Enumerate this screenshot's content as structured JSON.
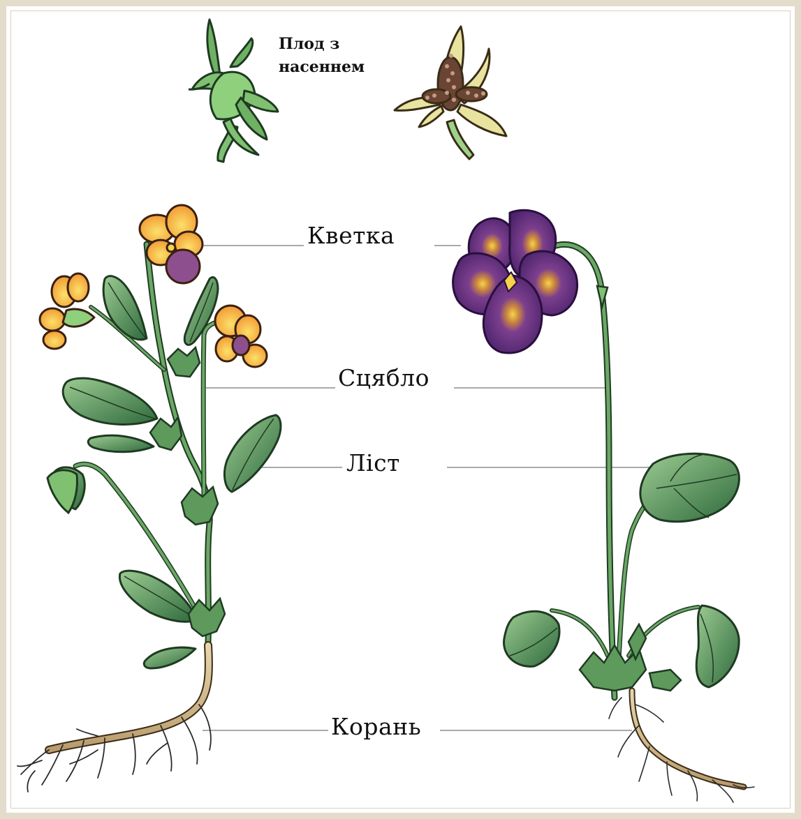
{
  "labels": {
    "fruit": [
      "Плод з",
      "насеннем"
    ],
    "flower": "Кветка",
    "stem": "Сцябло",
    "leaf": "Ліст",
    "root": "Корань"
  },
  "colors": {
    "frame": "#e3dccb",
    "background": "#ffffff",
    "leader_line": "#a9a9a9",
    "leaf_green": "#3e7a45",
    "leaf_light": "#8cc08a",
    "stem_green": "#3c6a45",
    "yellow_petal": "#f5a43c",
    "yellow_light": "#f9d25a",
    "purple_petal": "#5d2d7e",
    "purple_dark": "#3f1a5c",
    "root_tan": "#d9c29a",
    "seed_brown": "#5b3a2c"
  }
}
